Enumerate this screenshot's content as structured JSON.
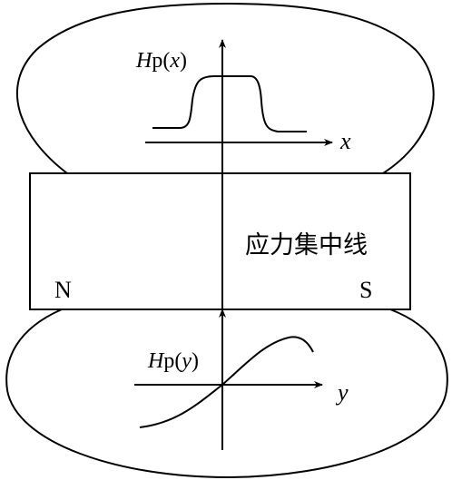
{
  "labels": {
    "upper_function": {
      "italic": "H",
      "plain": "p(",
      "var": "x",
      "close": ")"
    },
    "lower_function": {
      "italic": "H",
      "plain": "p(",
      "var": "y",
      "close": ")"
    },
    "x_axis": "x",
    "y_axis": "y",
    "stress_line": "应力集中线",
    "north_pole": "N",
    "south_pole": "S"
  },
  "colors": {
    "stroke": "#000000",
    "background": "#ffffff"
  }
}
